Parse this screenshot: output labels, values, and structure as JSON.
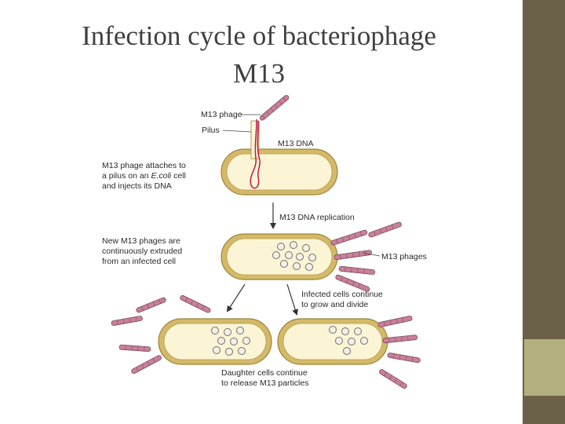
{
  "slide": {
    "title_line1": "Infection cycle of bacteriophage",
    "title_line2": "M13"
  },
  "figure": {
    "labels": {
      "m13_phage": "M13 phage",
      "pilus": "Pilus",
      "m13_dna": "M13 DNA",
      "attach_1": "M13 phage attaches to",
      "attach_2a": "a pilus on an ",
      "attach_2b": "E.coli",
      "attach_2c": " cell",
      "attach_3": "and injects its DNA",
      "dna_replication": "M13 DNA replication",
      "extruded_1": "New M13 phages are",
      "extruded_2": "continuously extruded",
      "extruded_3": "from an infected cell",
      "m13_phages": "M13 phages",
      "divide_1": "Infected cells continue",
      "divide_2": "to grow and divide",
      "daughter_1": "Daughter cells continue",
      "daughter_2": "to release M13 particles"
    }
  },
  "colors": {
    "cell_wall": "#c8ad56",
    "cell_fill": "#fbf5d6",
    "phage": "#c9809a",
    "phage_stroke": "#7a4a5c",
    "dna": "#c2184c",
    "sidebar": "#6b6148",
    "sidebar_accent": "#b3b17f"
  }
}
